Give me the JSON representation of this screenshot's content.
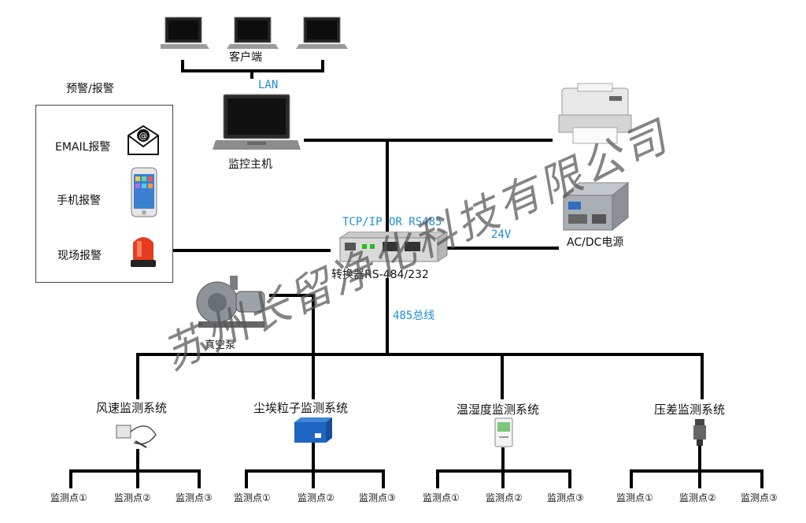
{
  "clients": {
    "label": "客户端",
    "link_label": "LAN"
  },
  "host": {
    "label": "监控主机"
  },
  "alarm": {
    "title": "预警/报警",
    "items": [
      {
        "label": "EMAIL报警",
        "icon": "email-icon"
      },
      {
        "label": "手机报警",
        "icon": "mobile-phone-icon"
      },
      {
        "label": "现场报警",
        "icon": "alarm-light-icon"
      }
    ]
  },
  "converter": {
    "protocol_label": "TCP/IP OR RS485",
    "label": "转换器RS-484/232"
  },
  "power": {
    "voltage_label": "24V",
    "label": "AC/DC电源"
  },
  "printer": {
    "icon": "printer-icon"
  },
  "pump": {
    "label": "真空泵"
  },
  "bus": {
    "label": "485总线"
  },
  "systems": [
    {
      "name": "风速监测系统",
      "points": [
        "监测点①",
        "监测点②",
        "监测点③"
      ]
    },
    {
      "name": "尘埃粒子监测系统",
      "points": [
        "监测点①",
        "监测点②",
        "监测点③"
      ]
    },
    {
      "name": "温湿度监测系统",
      "points": [
        "监测点①",
        "监测点②",
        "监测点③"
      ]
    },
    {
      "name": "压差监测系统",
      "points": [
        "监测点①",
        "监测点②",
        "监测点③"
      ]
    }
  ],
  "watermark": "苏州长留净化科技有限公司",
  "colors": {
    "line": "#000000",
    "blue_text": "#1a8fd6",
    "watermark": "#555555"
  }
}
